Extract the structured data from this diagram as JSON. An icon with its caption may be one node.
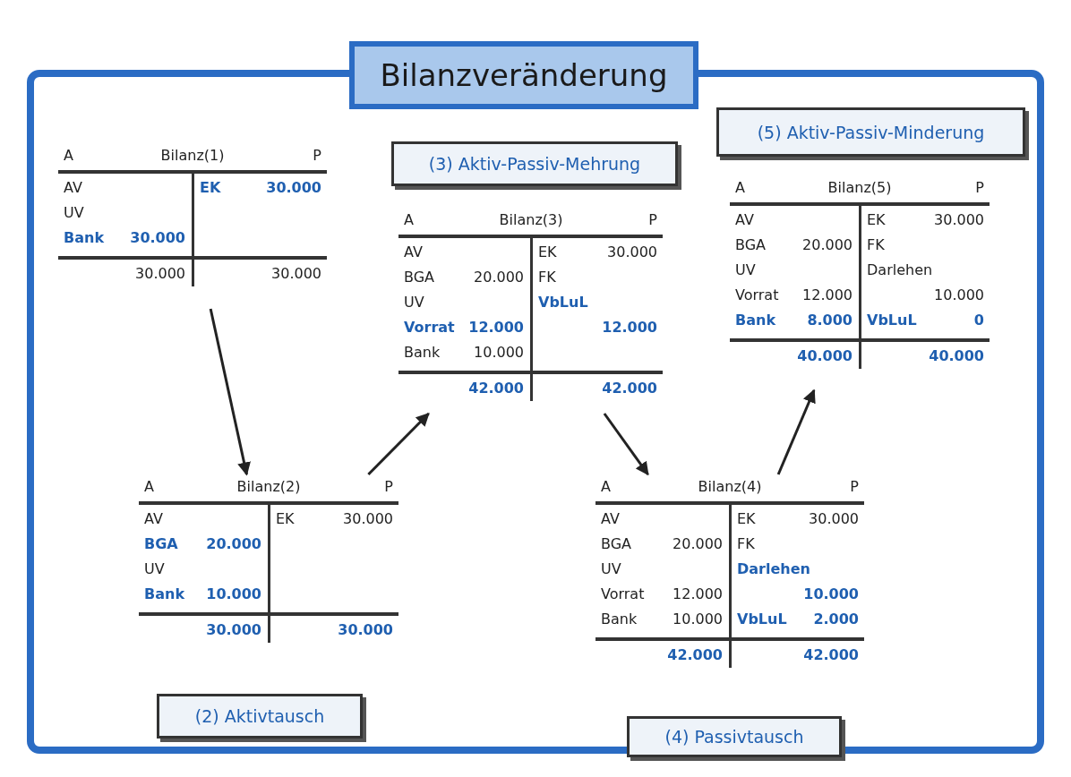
{
  "diagram": {
    "title": "Bilanzveränderung",
    "nodes": [
      {
        "text": [
          "A",
          "Bilanz(1)",
          "P",
          "AV",
          "EK",
          "30.000",
          "UV",
          "Bank",
          "30.000",
          "30.000",
          "30.000"
        ]
      },
      {
        "text": [
          "(3) Aktiv-Passiv-Mehrung"
        ]
      },
      {
        "text": [
          "A",
          "Bilanz(3)",
          "P",
          "AV",
          "EK",
          "30.000",
          "BGA",
          "20.000",
          "FK",
          "UV",
          "VbLuL",
          "Vorrat",
          "12.000",
          "12.000",
          "Bank",
          "10.000",
          "42.000",
          "42.000"
        ]
      },
      {
        "text": [
          "(5) Aktiv-Passiv-Minderung"
        ]
      },
      {
        "text": [
          "A",
          "Bilanz(5)",
          "P",
          "AV",
          "EK",
          "30.000",
          "BGA",
          "20.000",
          "FK",
          "UV",
          "Darlehen",
          "Vorrat",
          "12.000",
          "10.000",
          "Bank",
          "8.000",
          "VbLuL",
          "0",
          "40.000",
          "40.000"
        ]
      },
      {
        "text": [
          "A",
          "Bilanz(2)",
          "P",
          "AV",
          "EK",
          "30.000",
          "BGA",
          "20.000",
          "UV",
          "Bank",
          "10.000",
          "30.000",
          "30.000"
        ]
      },
      {
        "text": [
          "A",
          "Bilanz(4)",
          "P",
          "AV",
          "EK",
          "30.000",
          "BGA",
          "20.000",
          "FK",
          "UV",
          "Darlehen",
          "Vorrat",
          "12.000",
          "10.000",
          "Bank",
          "10.000",
          "VbLuL",
          "2.000",
          "42.000",
          "42.000"
        ]
      },
      {
        "text": [
          "(2) Aktivtausch"
        ]
      },
      {
        "text": [
          "(4) Passivtausch"
        ]
      }
    ],
    "edges": [
      {
        "from": 0,
        "to": 5,
        "arrow": "to"
      },
      {
        "from": 5,
        "to": 2,
        "arrow": "to"
      },
      {
        "from": 2,
        "to": 6,
        "arrow": "to"
      },
      {
        "from": 6,
        "to": 4,
        "arrow": "to"
      }
    ]
  }
}
